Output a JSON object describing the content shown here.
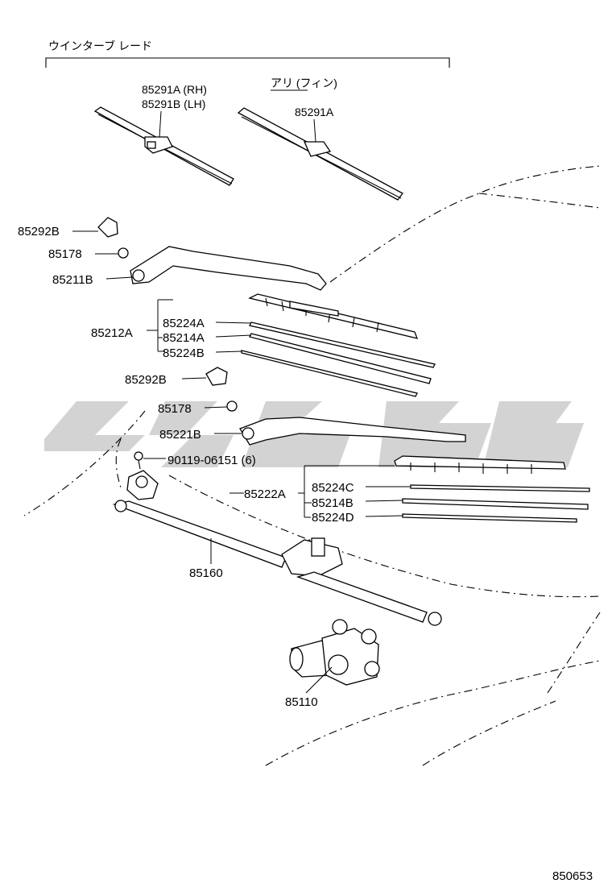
{
  "header": {
    "title": "ウインターブ レード"
  },
  "annotations": {
    "fin_variant": "アリ (フィン)"
  },
  "labels": {
    "p85291a_rh": "85291A (RH)",
    "p85291b_lh": "85291B (LH)",
    "p85291a_fin": "85291A",
    "p85292b_top": "85292B",
    "p85178_top": "85178",
    "p85211b": "85211B",
    "p85212a": "85212A",
    "p85224a": "85224A",
    "p85214a": "85214A",
    "p85224b": "85224B",
    "p85292b_mid": "85292B",
    "p85178_mid": "85178",
    "p85221b": "85221B",
    "p90119": "90119-06151 (6)",
    "p85222a": "85222A",
    "p85224c": "85224C",
    "p85214b": "85214B",
    "p85224d": "85224D",
    "p85160": "85160",
    "p85110": "85110"
  },
  "footer": {
    "diagram_code": "850653"
  },
  "colors": {
    "line": "#000000",
    "watermark": "#c4c4c4",
    "background": "#ffffff"
  }
}
